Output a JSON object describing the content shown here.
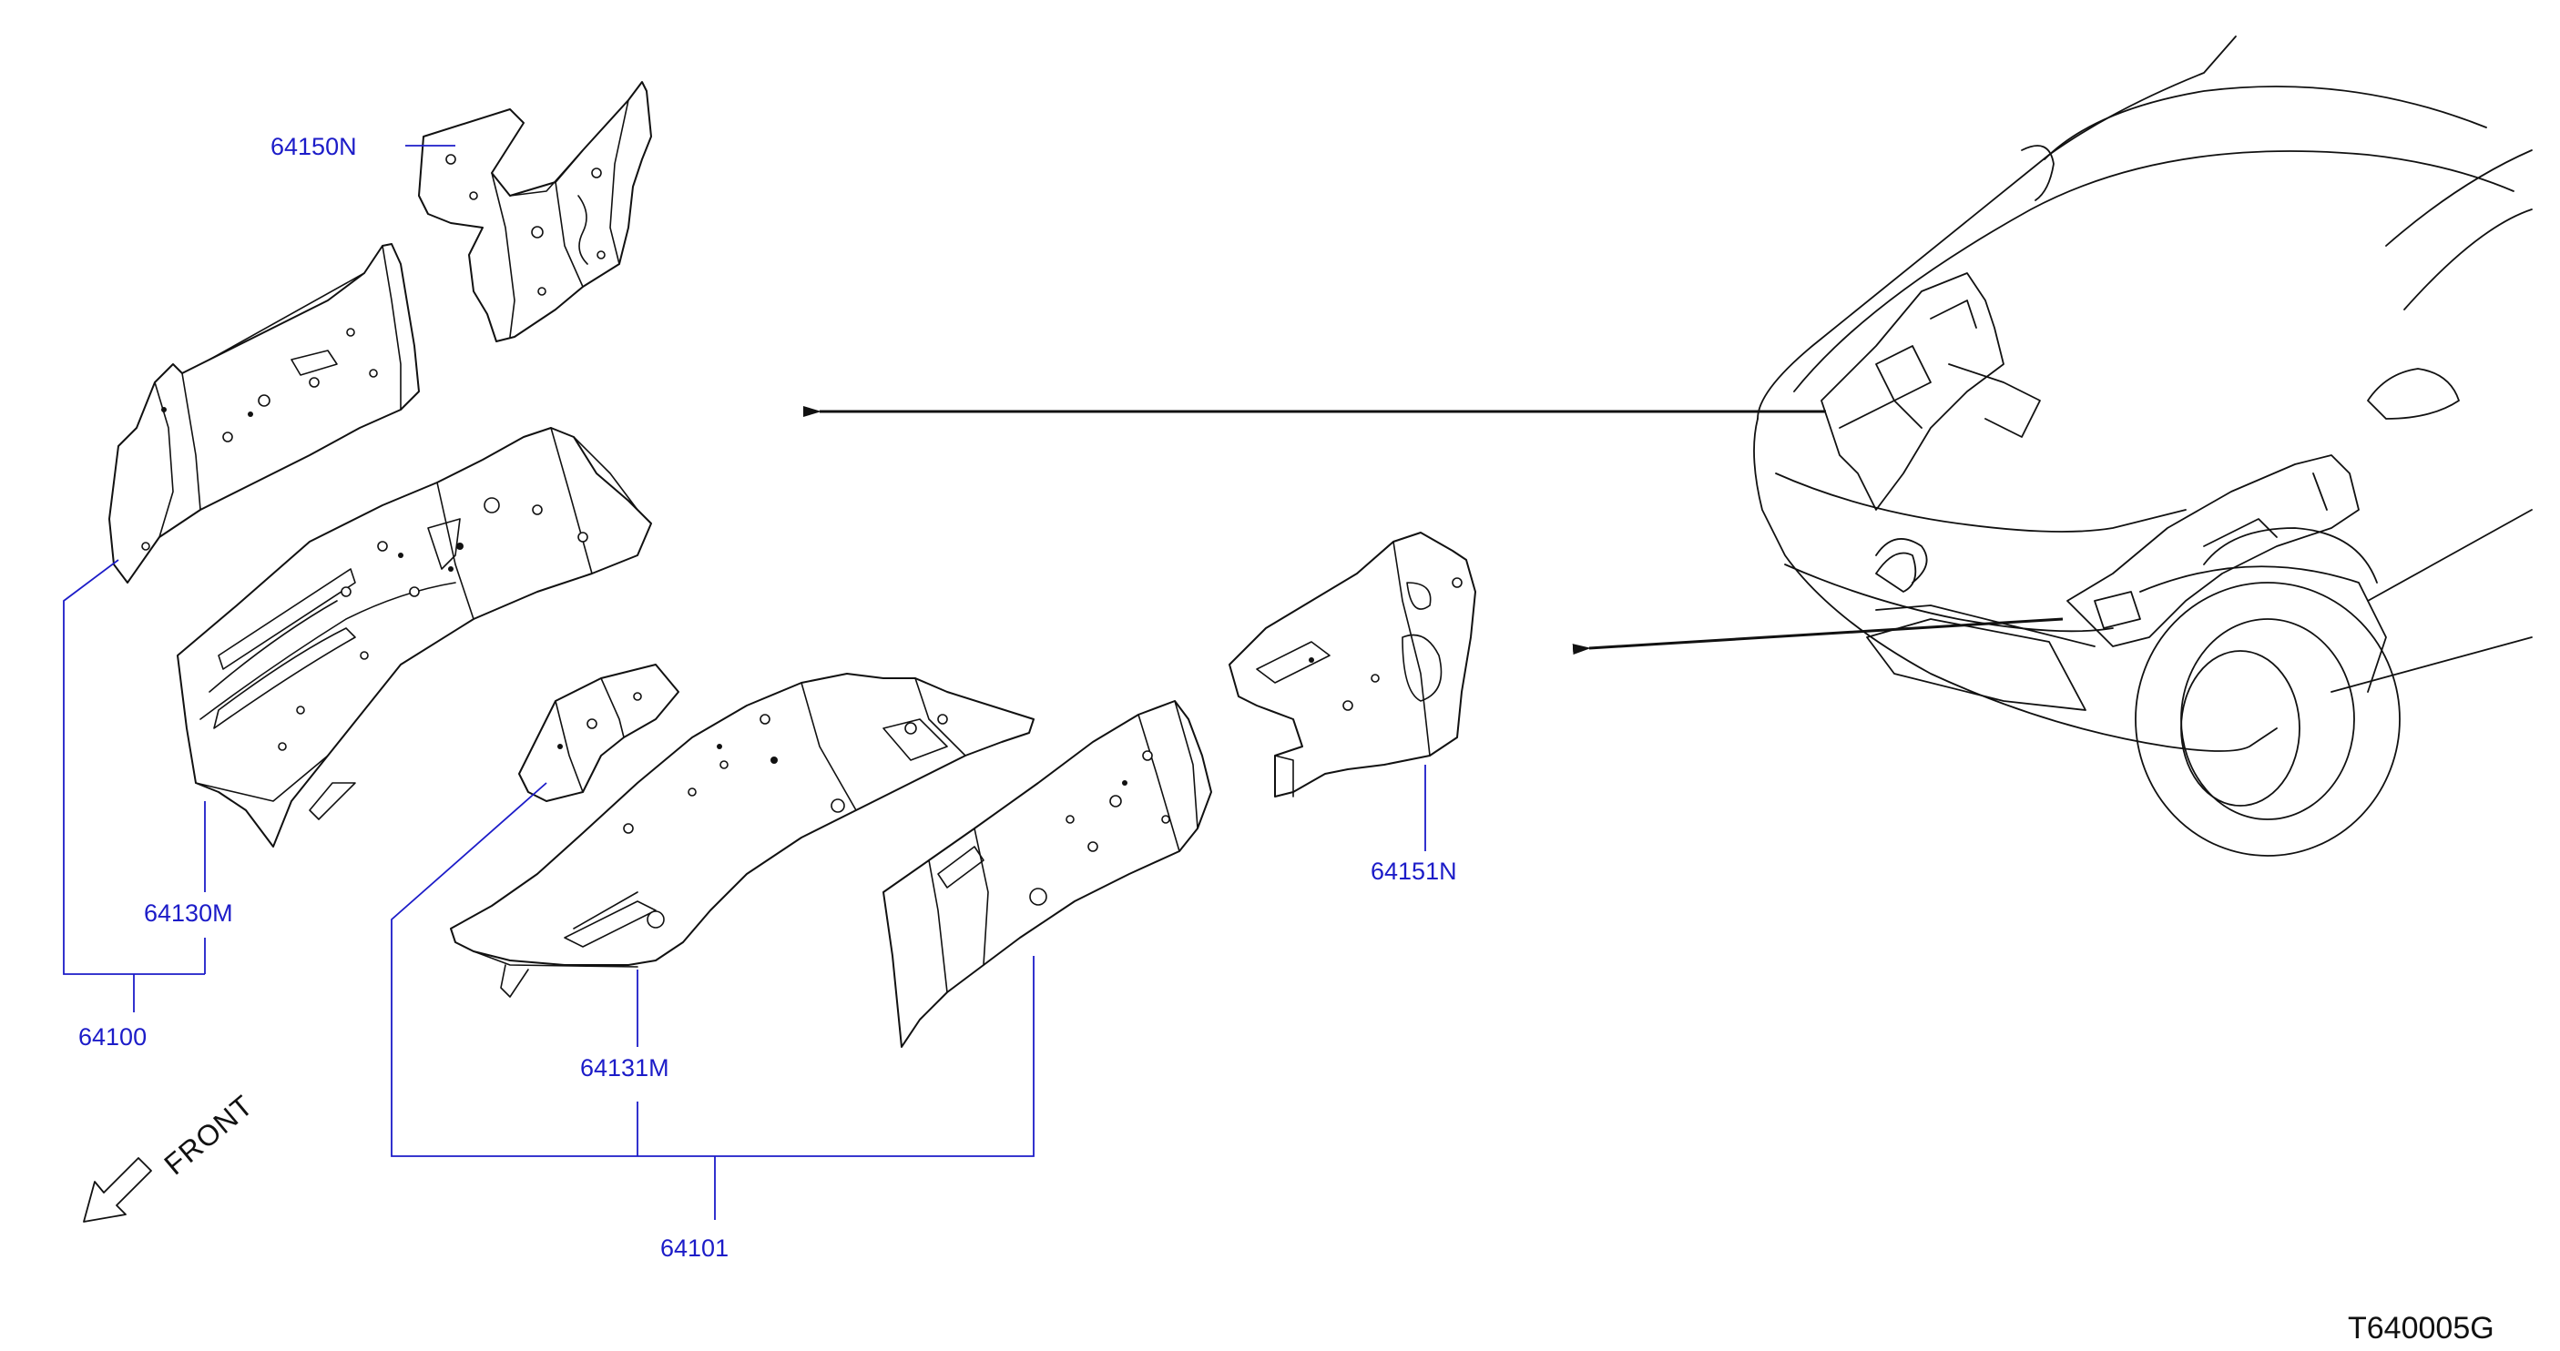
{
  "labels": {
    "p64150N": "64150N",
    "p64130M": "64130M",
    "p64100": "64100",
    "p64131M": "64131M",
    "p64101": "64101",
    "p64151N": "64151N"
  },
  "front_label": "FRONT",
  "drawing_ref": "T640005G",
  "colors": {
    "label_blue": "#1c1cc8",
    "line_black": "#111111",
    "background": "#ffffff"
  }
}
